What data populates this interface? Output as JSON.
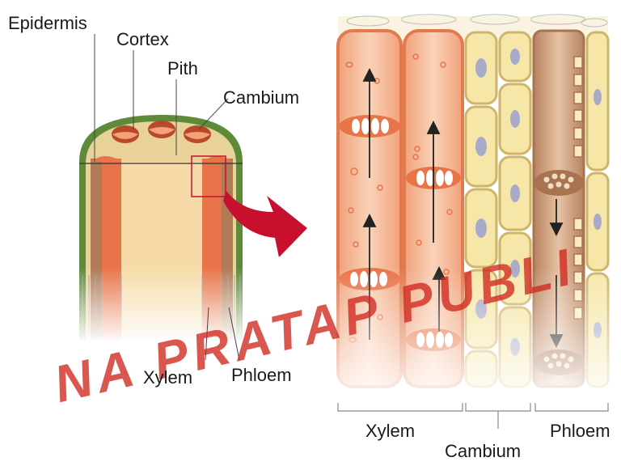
{
  "labels": {
    "epidermis": "Epidermis",
    "cortex": "Cortex",
    "pith": "Pith",
    "cambium_left": "Cambium",
    "xylem_left": "Xylem",
    "phloem_left": "Phloem",
    "xylem_right": "Xylem",
    "cambium_right": "Cambium",
    "phloem_right": "Phloem"
  },
  "watermark": "NA PRATAP PUBLI",
  "colors": {
    "epidermis": "#5f8a3a",
    "cortex": "#e8d29a",
    "pith": "#f6dba8",
    "xylem": "#e8744a",
    "phloem": "#c9906a",
    "cambium": "#f6e7a8",
    "arrow": "#c8102e",
    "watermark": "#d0281e"
  }
}
